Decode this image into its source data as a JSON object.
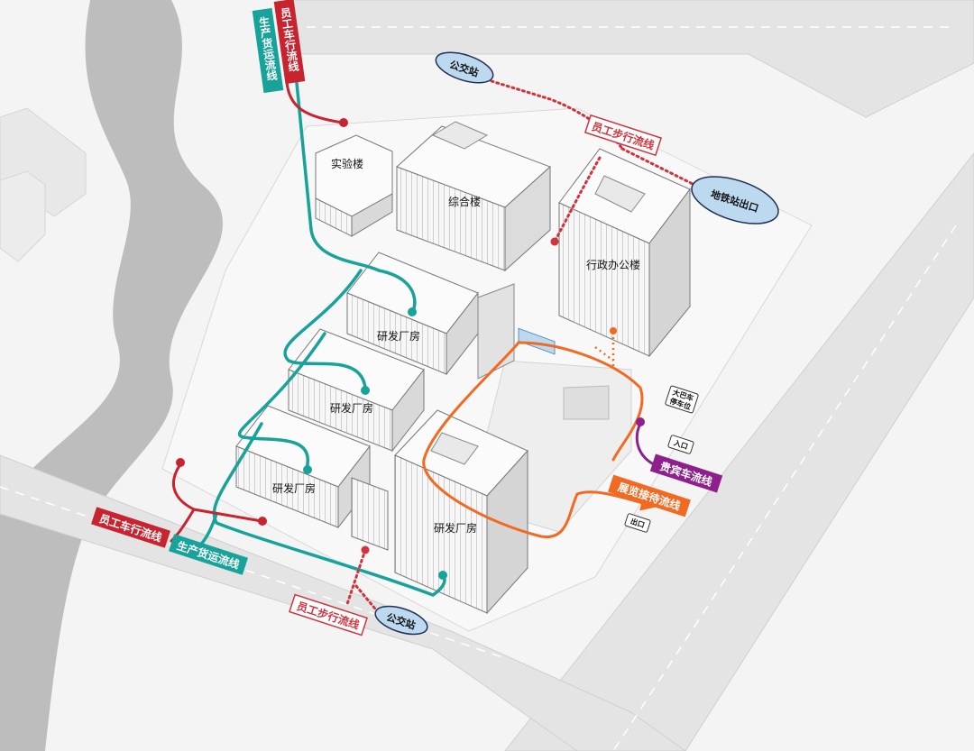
{
  "colors": {
    "staff_vehicle": "#c8242f",
    "freight": "#17a39a",
    "staff_walk": "#d2323c",
    "vip": "#8e1f8c",
    "exhibition": "#f26a21",
    "bus_fill": "#bcd9ef",
    "road": "#e2e2e2",
    "ground": "#f4f4f4",
    "river": "#bdbdbd"
  },
  "buildings": {
    "lab": "实验楼",
    "complex": "综合楼",
    "admin": "行政办公楼",
    "rd1": "研发厂房",
    "rd2": "研发厂房",
    "rd3": "研发厂房",
    "rd4": "研发厂房"
  },
  "flows": {
    "staff_vehicle_top": "员工车行流线",
    "freight_top": "生产货运流线",
    "staff_walk_top": "员工步行流线",
    "staff_vehicle_bottom": "员工车行流线",
    "freight_bottom": "生产货运流线",
    "staff_walk_bottom": "员工步行流线",
    "vip": "贵宾车流线",
    "exhibition": "展览接待流线"
  },
  "stops": {
    "bus_top": "公交站",
    "metro": "地铁站出口",
    "bus_bottom": "公交站"
  },
  "signs": {
    "bus_parking_1": "大巴车",
    "bus_parking_2": "停车位",
    "entrance": "入口",
    "exit": "出口"
  }
}
